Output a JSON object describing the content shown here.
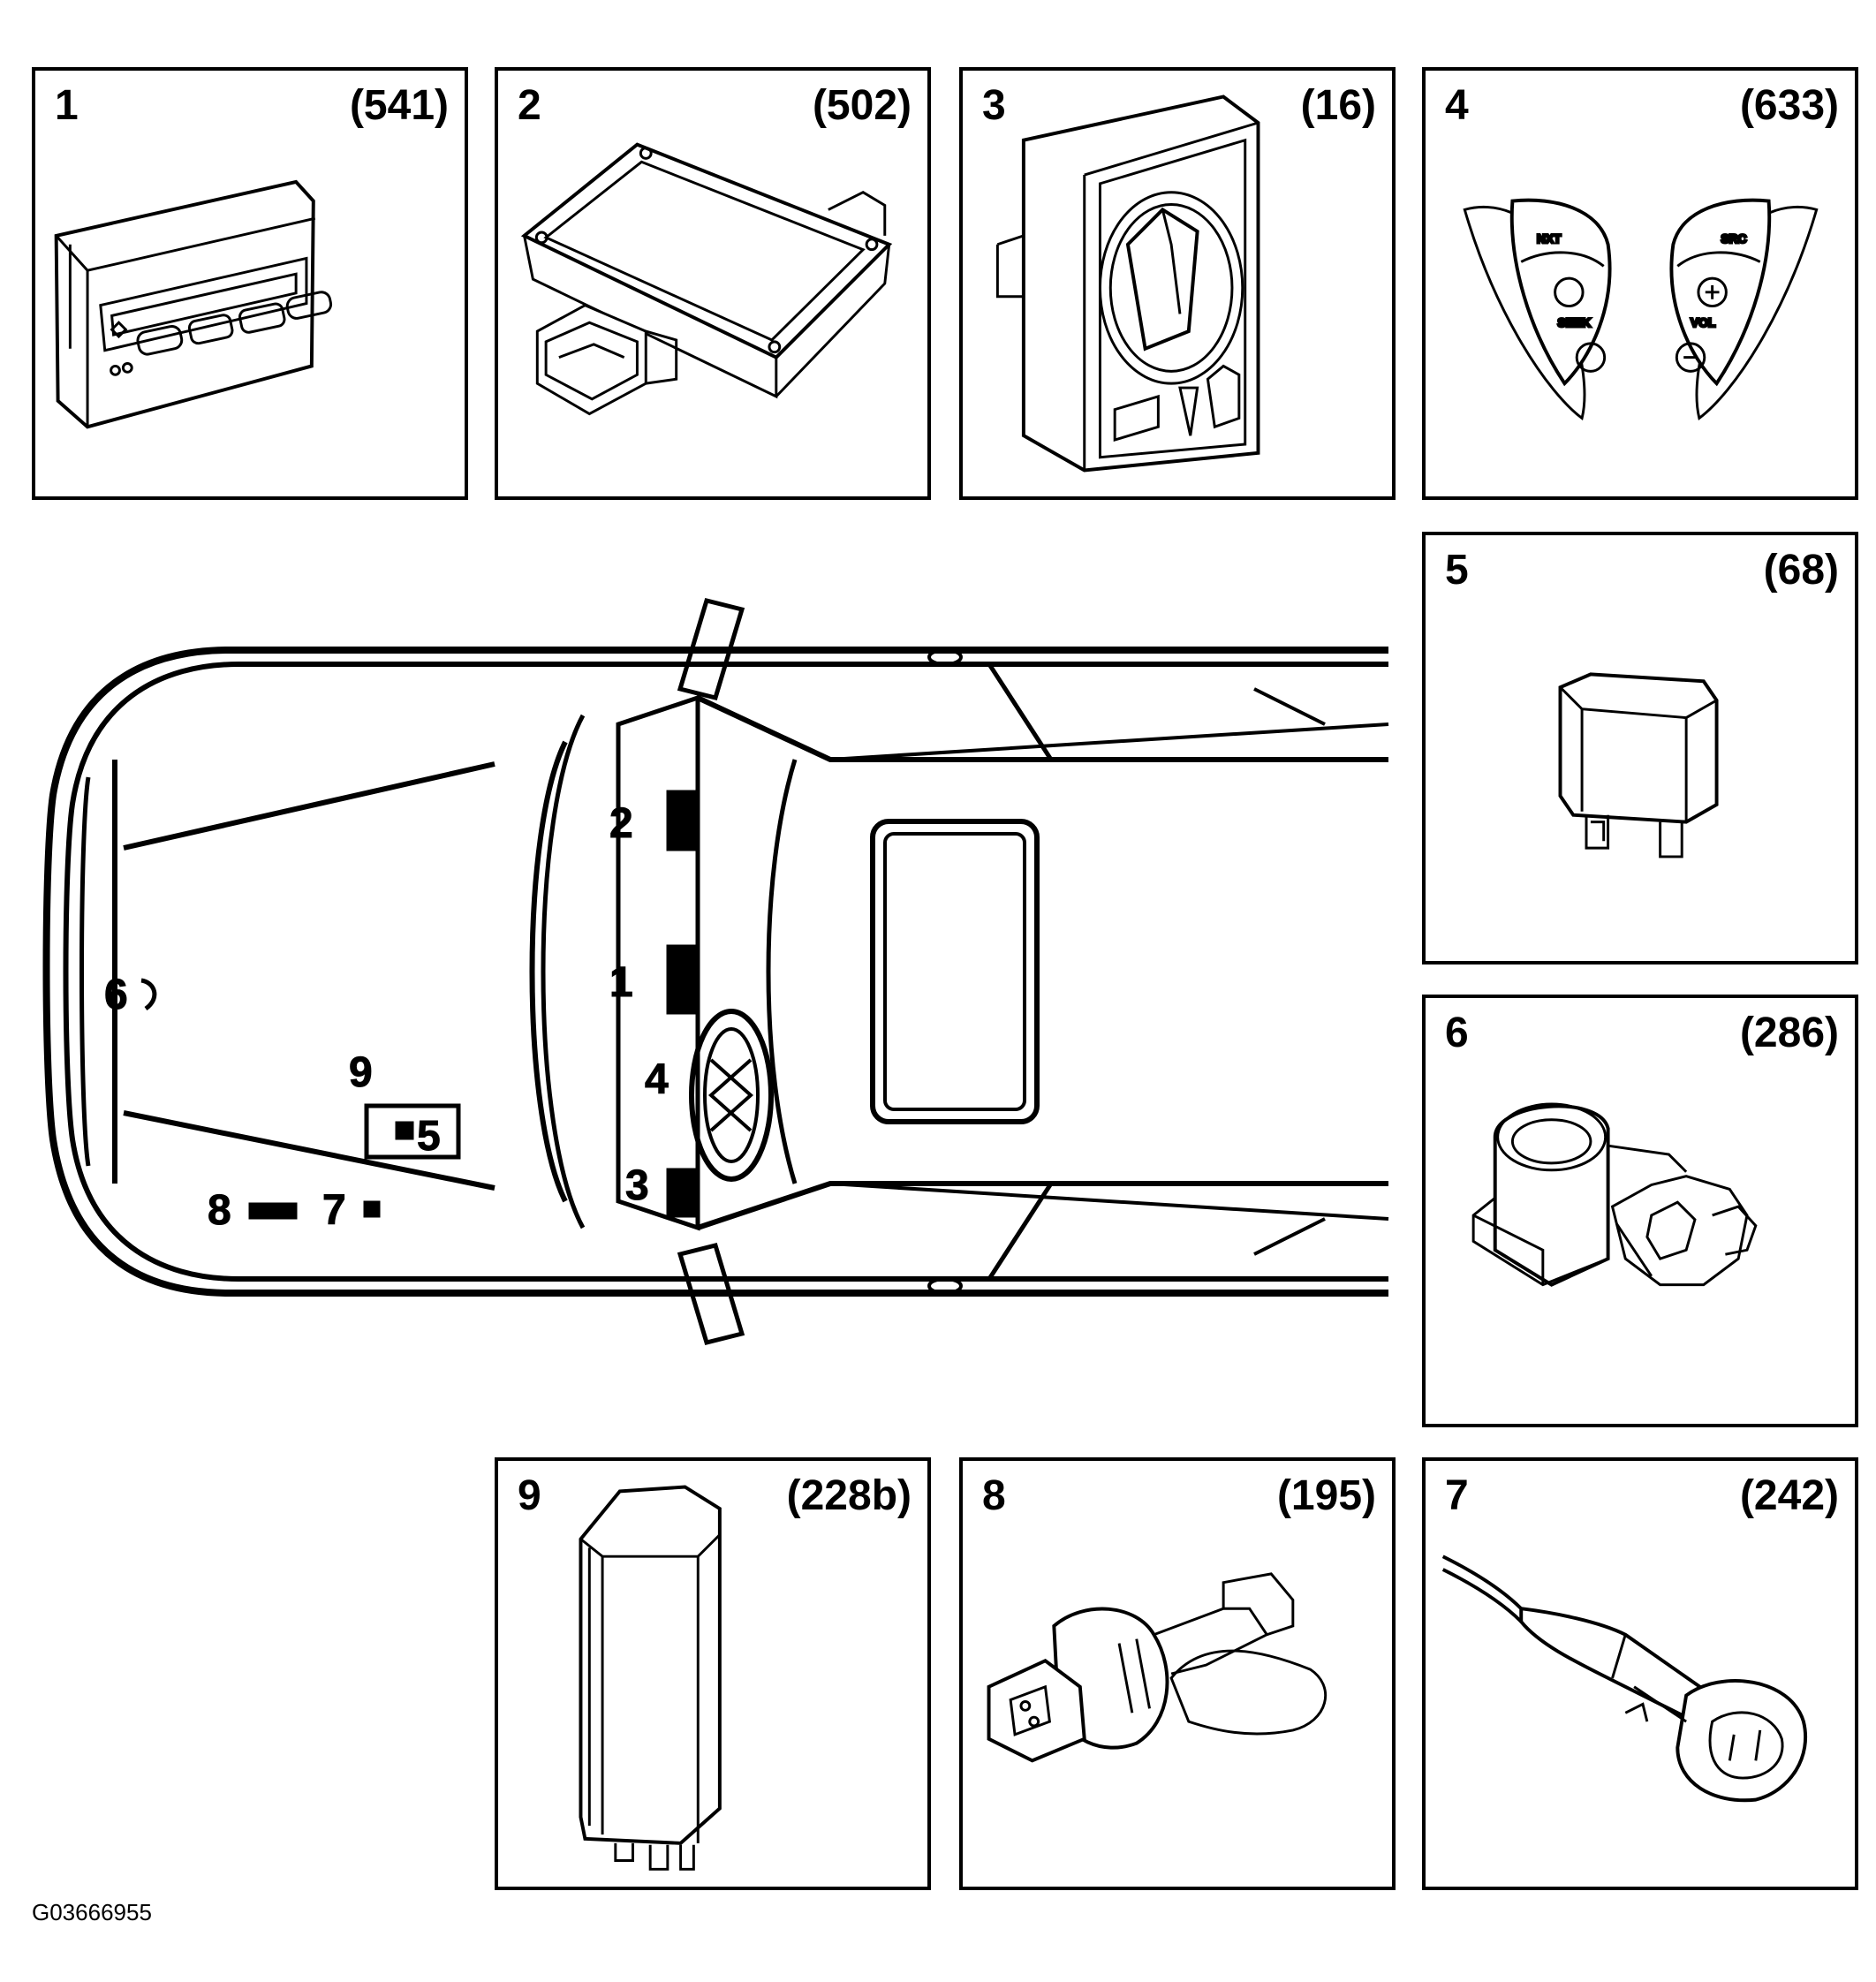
{
  "panels": [
    {
      "number": "1",
      "code": "(541)",
      "device": "display-module"
    },
    {
      "number": "2",
      "code": "(502)",
      "device": "control-module"
    },
    {
      "number": "3",
      "code": "(16)",
      "device": "light-switch"
    },
    {
      "number": "4",
      "code": "(633)",
      "device": "steering-wheel-buttons",
      "buttons": {
        "nxt": "NXT",
        "seek": "SEEK",
        "src": "SRC",
        "vol": "VOL"
      }
    },
    {
      "number": "5",
      "code": "(68)",
      "device": "relay"
    },
    {
      "number": "6",
      "code": "(286)",
      "device": "sensor"
    },
    {
      "number": "9",
      "code": "(228b)",
      "device": "relay-large"
    },
    {
      "number": "8",
      "code": "(195)",
      "device": "switch-sensor"
    },
    {
      "number": "7",
      "code": "(242)",
      "device": "connector-sensor"
    }
  ],
  "car_markers": [
    "1",
    "2",
    "3",
    "4",
    "5",
    "6",
    "7",
    "8",
    "9"
  ],
  "figure_id": "G03666955"
}
